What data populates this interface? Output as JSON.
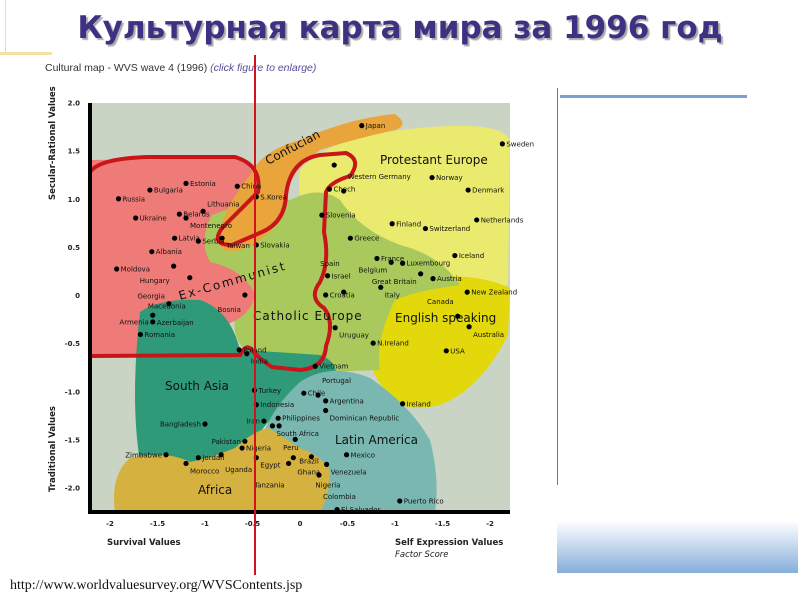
{
  "slide": {
    "title": "Культурная карта мира за 1996 год",
    "caption": "Cultural map - WVS wave 4 (1996)",
    "caption_link": "(click figure to enlarge)",
    "url": "http://www.worldvaluesurvey.org/WVSContents.jsp"
  },
  "chart_data": {
    "type": "scatter",
    "title": "Cultural map - WVS wave 4 (1996)",
    "xlabel_left": "Survival Values",
    "xlabel_right": "Self Expression Values",
    "xlabel_unit": "Factor Score",
    "ylabel_top": "Secular-Rational Values",
    "ylabel_bottom": "Traditional Values",
    "xlim": [
      -2.2,
      2.2
    ],
    "ylim": [
      -2.25,
      2.0
    ],
    "x_ticks": [
      {
        "v": -2,
        "label": "-2"
      },
      {
        "v": -1.5,
        "label": "-1.5"
      },
      {
        "v": -1,
        "label": "-1"
      },
      {
        "v": -0.5,
        "label": "-0.5"
      },
      {
        "v": 0,
        "label": "0"
      },
      {
        "v": 0.5,
        "label": "-0.5"
      },
      {
        "v": 1,
        "label": "-1"
      },
      {
        "v": 1.5,
        "label": "-1.5"
      },
      {
        "v": 2,
        "label": "-2"
      }
    ],
    "y_ticks": [
      {
        "v": 2,
        "label": "2.0"
      },
      {
        "v": 1.5,
        "label": "1.5"
      },
      {
        "v": 1,
        "label": "1.0"
      },
      {
        "v": 0.5,
        "label": "0.5"
      },
      {
        "v": 0,
        "label": "0"
      },
      {
        "v": -0.5,
        "label": "-0.5"
      },
      {
        "v": -1,
        "label": "-1.0"
      },
      {
        "v": -1.5,
        "label": "-1.5"
      },
      {
        "v": -2,
        "label": "-2.0"
      }
    ],
    "reference_line_x": -0.5,
    "regions": [
      {
        "name": "Protestant Europe",
        "color": "#e9ea6e"
      },
      {
        "name": "English speaking",
        "color": "#e2d80c"
      },
      {
        "name": "Catholic Europe",
        "color": "#a9c95c"
      },
      {
        "name": "Ex-Communist",
        "color": "#ee7b77"
      },
      {
        "name": "Confucian",
        "color": "#e9a43c"
      },
      {
        "name": "South Asia",
        "color": "#2f9a78"
      },
      {
        "name": "Latin America",
        "color": "#7bb7b1"
      },
      {
        "name": "Africa",
        "color": "#d5b140"
      }
    ],
    "points": [
      {
        "name": "Japan",
        "x": 0.65,
        "y": 1.76
      },
      {
        "name": "Sweden",
        "x": 2.13,
        "y": 1.57
      },
      {
        "name": "China",
        "x": -0.66,
        "y": 1.13
      },
      {
        "name": "",
        "x": 0.36,
        "y": 1.35
      },
      {
        "name": "Chech",
        "x": 0.31,
        "y": 1.1
      },
      {
        "name": "Western Germany",
        "x": 0.46,
        "y": 1.08
      },
      {
        "name": "Norway",
        "x": 1.39,
        "y": 1.22
      },
      {
        "name": "Denmark",
        "x": 1.77,
        "y": 1.09
      },
      {
        "name": "Estonia",
        "x": -1.2,
        "y": 1.16
      },
      {
        "name": "Bulgaria",
        "x": -1.58,
        "y": 1.09
      },
      {
        "name": "Russia",
        "x": -1.91,
        "y": 1.0
      },
      {
        "name": "S.Korea",
        "x": -0.46,
        "y": 1.02
      },
      {
        "name": "Ukraine",
        "x": -1.73,
        "y": 0.8
      },
      {
        "name": "Belarus",
        "x": -1.27,
        "y": 0.84
      },
      {
        "name": "Montenegro",
        "x": -1.2,
        "y": 0.8
      },
      {
        "name": "Lithuania",
        "x": -1.02,
        "y": 0.87
      },
      {
        "name": "Slovenia",
        "x": 0.23,
        "y": 0.83
      },
      {
        "name": "Finland",
        "x": 0.97,
        "y": 0.74
      },
      {
        "name": "Netherlands",
        "x": 1.86,
        "y": 0.78
      },
      {
        "name": "Switzerland",
        "x": 1.32,
        "y": 0.69
      },
      {
        "name": "Latvia",
        "x": -1.32,
        "y": 0.59
      },
      {
        "name": "Serbia",
        "x": -1.07,
        "y": 0.56
      },
      {
        "name": "Taiwan",
        "x": -0.82,
        "y": 0.59
      },
      {
        "name": "Greece",
        "x": 0.53,
        "y": 0.59
      },
      {
        "name": "Slovakia",
        "x": -0.46,
        "y": 0.52
      },
      {
        "name": "Albania",
        "x": -1.56,
        "y": 0.45
      },
      {
        "name": "France",
        "x": 0.81,
        "y": 0.38
      },
      {
        "name": "Luxembourg",
        "x": 1.08,
        "y": 0.33
      },
      {
        "name": "Belgium",
        "x": 0.96,
        "y": 0.34
      },
      {
        "name": "Iceland",
        "x": 1.63,
        "y": 0.41
      },
      {
        "name": "Moldova",
        "x": -1.93,
        "y": 0.27
      },
      {
        "name": "Hungary",
        "x": -1.33,
        "y": 0.3
      },
      {
        "name": "Israel",
        "x": 0.29,
        "y": 0.2
      },
      {
        "name": "Austria",
        "x": 1.4,
        "y": 0.17
      },
      {
        "name": "Great Britain",
        "x": 1.27,
        "y": 0.22
      },
      {
        "name": "Macedonia",
        "x": -1.16,
        "y": 0.18
      },
      {
        "name": "Italy",
        "x": 0.85,
        "y": 0.08
      },
      {
        "name": "Croatia",
        "x": 0.27,
        "y": 0.0
      },
      {
        "name": "Spain",
        "x": 0.46,
        "y": 0.03
      },
      {
        "name": "Bosnia",
        "x": -0.58,
        "y": 0.0
      },
      {
        "name": "New Zealand",
        "x": 1.76,
        "y": 0.03
      },
      {
        "name": "Georgia",
        "x": -1.38,
        "y": -0.09
      },
      {
        "name": "Azerbaijan",
        "x": -1.55,
        "y": -0.21
      },
      {
        "name": "Armenia",
        "x": -1.55,
        "y": -0.28
      },
      {
        "name": "Canada",
        "x": 1.66,
        "y": -0.22
      },
      {
        "name": "Australia",
        "x": 1.78,
        "y": -0.33
      },
      {
        "name": "Uruguay",
        "x": 0.37,
        "y": -0.34
      },
      {
        "name": "Romania",
        "x": -1.68,
        "y": -0.41
      },
      {
        "name": "N.Ireland",
        "x": 0.77,
        "y": -0.5
      },
      {
        "name": "Poland",
        "x": -0.64,
        "y": -0.57
      },
      {
        "name": "India",
        "x": -0.56,
        "y": -0.61
      },
      {
        "name": "USA",
        "x": 1.54,
        "y": -0.58
      },
      {
        "name": "Vietnam",
        "x": 0.16,
        "y": -0.74
      },
      {
        "name": "Turkey",
        "x": -0.48,
        "y": -0.99
      },
      {
        "name": "Chile",
        "x": 0.04,
        "y": -1.02
      },
      {
        "name": "Portugal",
        "x": 0.19,
        "y": -1.04
      },
      {
        "name": "Argentina",
        "x": 0.27,
        "y": -1.1
      },
      {
        "name": "Ireland",
        "x": 1.08,
        "y": -1.13
      },
      {
        "name": "Indonesia",
        "x": -0.46,
        "y": -1.14
      },
      {
        "name": "Dominican Republic",
        "x": 0.27,
        "y": -1.2
      },
      {
        "name": "Philippines",
        "x": -0.23,
        "y": -1.28
      },
      {
        "name": "Iran",
        "x": -0.38,
        "y": -1.31
      },
      {
        "name": "Bangladesh",
        "x": -1.0,
        "y": -1.34
      },
      {
        "name": "South Africa",
        "x": -0.29,
        "y": -1.36
      },
      {
        "name": "Peru",
        "x": -0.22,
        "y": -1.36
      },
      {
        "name": "Brazil",
        "x": -0.05,
        "y": -1.5
      },
      {
        "name": "Pakistan",
        "x": -0.58,
        "y": -1.52
      },
      {
        "name": "Jordan",
        "x": -1.07,
        "y": -1.69
      },
      {
        "name": "Mexico",
        "x": 0.49,
        "y": -1.66
      },
      {
        "name": "Zimbabwe",
        "x": -1.41,
        "y": -1.66
      },
      {
        "name": "Uganda",
        "x": -0.83,
        "y": -1.66
      },
      {
        "name": "Nigeria",
        "x": -0.61,
        "y": -1.59
      },
      {
        "name": "Egypt",
        "x": -0.46,
        "y": -1.69
      },
      {
        "name": "Ghana",
        "x": -0.07,
        "y": -1.69
      },
      {
        "name": "Nigeria",
        "x": 0.12,
        "y": -1.68
      },
      {
        "name": "Morocco",
        "x": -1.2,
        "y": -1.75
      },
      {
        "name": "Tanzania",
        "x": -0.12,
        "y": -1.75
      },
      {
        "name": "Venezuela",
        "x": 0.28,
        "y": -1.76
      },
      {
        "name": "Colombia",
        "x": 0.2,
        "y": -1.87
      },
      {
        "name": "Puerto Rico",
        "x": 1.05,
        "y": -2.14
      },
      {
        "name": "El Salvador",
        "x": 0.39,
        "y": -2.23
      }
    ]
  }
}
